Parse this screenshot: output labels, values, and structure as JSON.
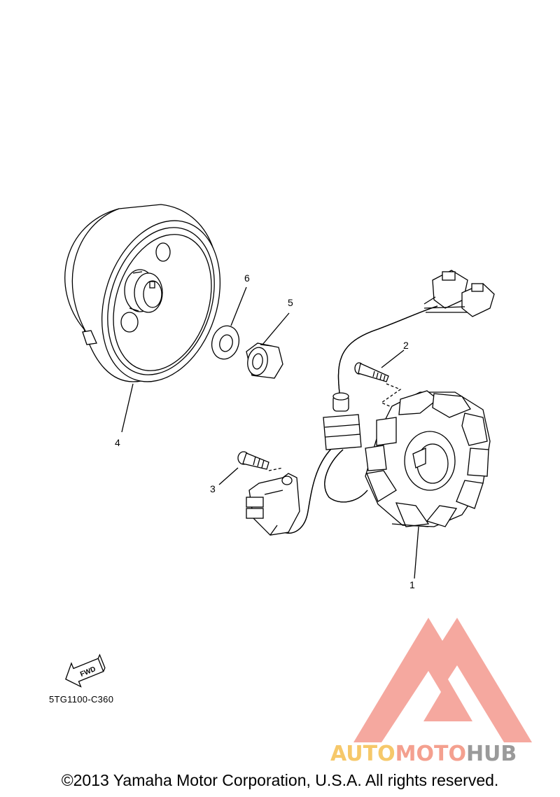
{
  "callouts": {
    "part_1": "1",
    "part_2": "2",
    "part_3": "3",
    "part_4": "4",
    "part_5": "5",
    "part_6": "6"
  },
  "fwd_label": "FWD",
  "diagram_code": "5TG1100-C360",
  "copyright": "©2013 Yamaha Motor Corporation, U.S.A. All rights reserved.",
  "watermark": {
    "part_a": "AUTO",
    "part_b": "MOTO",
    "part_c": "HUB",
    "color_a": "#f6c86a",
    "color_b": "#f4a08f",
    "color_c": "#9a9a9a",
    "logo_color": "#f4a39a"
  }
}
